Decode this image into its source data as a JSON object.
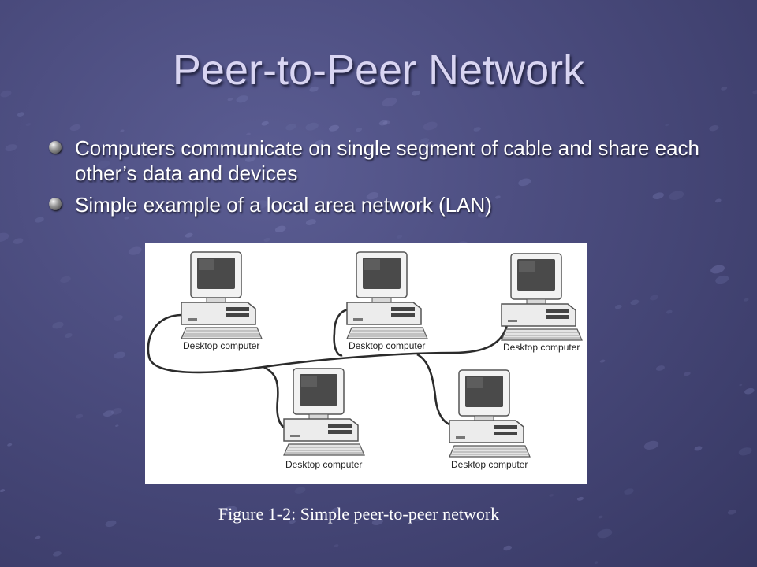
{
  "slide": {
    "title": "Peer-to-Peer Network",
    "bullets": [
      "Computers communicate on single segment of cable and share each other’s data and devices",
      "Simple example of a local area network (LAN)"
    ],
    "caption": "Figure 1-2: Simple peer-to-peer network"
  },
  "diagram": {
    "computers": [
      {
        "label": "Desktop computer"
      },
      {
        "label": "Desktop computer"
      },
      {
        "label": "Desktop computer"
      },
      {
        "label": "Desktop computer"
      },
      {
        "label": "Desktop computer"
      }
    ]
  },
  "colors": {
    "background": "#4a4b7d",
    "title": "#d9d5f2",
    "text": "#ffffff",
    "figure_background": "#ffffff"
  },
  "icons": {
    "bullet": "sphere-bullet-icon"
  }
}
